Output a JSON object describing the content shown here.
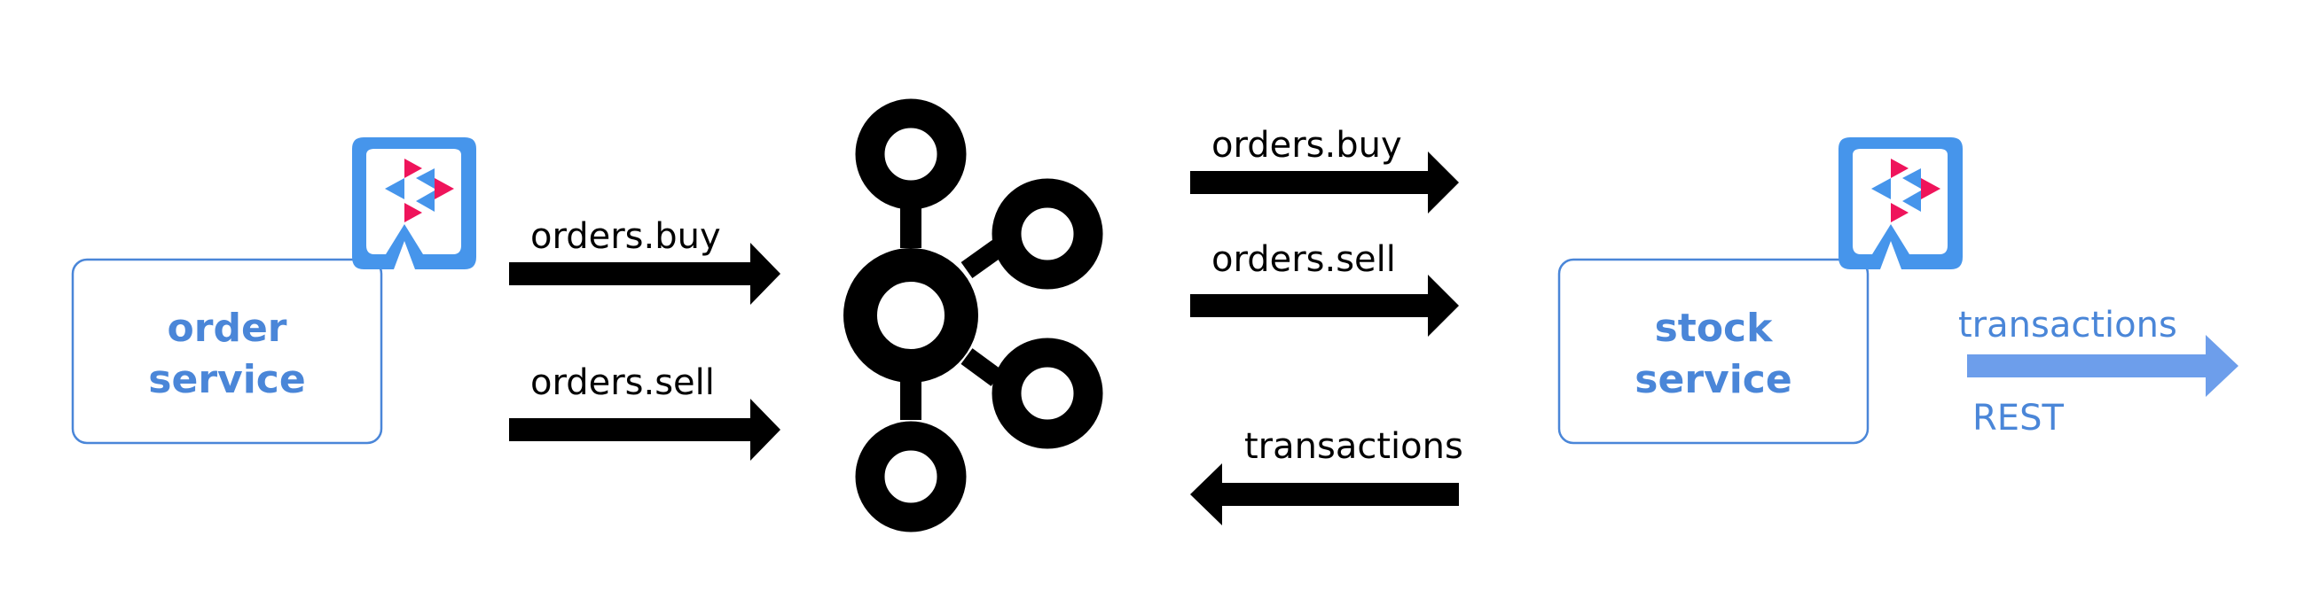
{
  "colors": {
    "service_blue": "#4a86d8",
    "arrow_blue": "#6d9eeb",
    "logo_frame": "#4695eb",
    "logo_red": "#ef145b",
    "logo_blue": "#4695eb",
    "ink": "#000000"
  },
  "order_service": {
    "line1": "order",
    "line2": "service",
    "icon": "quarkus-logo-icon"
  },
  "stock_service": {
    "line1": "stock",
    "line2": "service",
    "icon": "quarkus-logo-icon"
  },
  "broker": {
    "icon": "kafka-logo-icon"
  },
  "inbound_topics": [
    {
      "label": "orders.buy"
    },
    {
      "label": "orders.sell"
    }
  ],
  "outbound_topics": [
    {
      "label": "orders.buy"
    },
    {
      "label": "orders.sell"
    },
    {
      "label": "transactions"
    }
  ],
  "rest_output": {
    "label": "transactions",
    "sublabel": "REST"
  }
}
